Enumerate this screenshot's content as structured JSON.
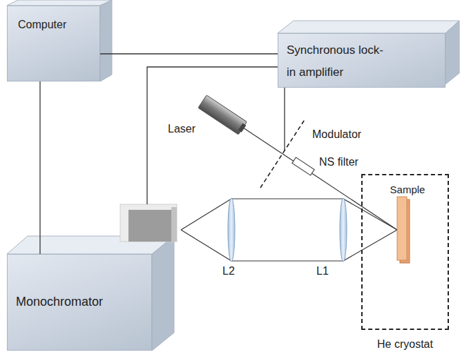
{
  "diagram": {
    "nodes": [
      {
        "text": [
          "Computer"
        ]
      },
      {
        "text": [
          "Synchronous lock-in amplifier"
        ]
      },
      {
        "text": [
          "Monochromator"
        ]
      },
      {
        "text": [
          "He cryostat"
        ]
      },
      {
        "text": [
          "Sample"
        ],
        "in": 3
      }
    ],
    "edges": [
      {
        "from": 0,
        "to": 1,
        "arrow": "none"
      },
      {
        "from": 0,
        "to": 2,
        "arrow": "none"
      }
    ],
    "labels": [
      "Laser",
      "Modulator",
      "NS filter",
      "L2",
      "L1"
    ]
  }
}
